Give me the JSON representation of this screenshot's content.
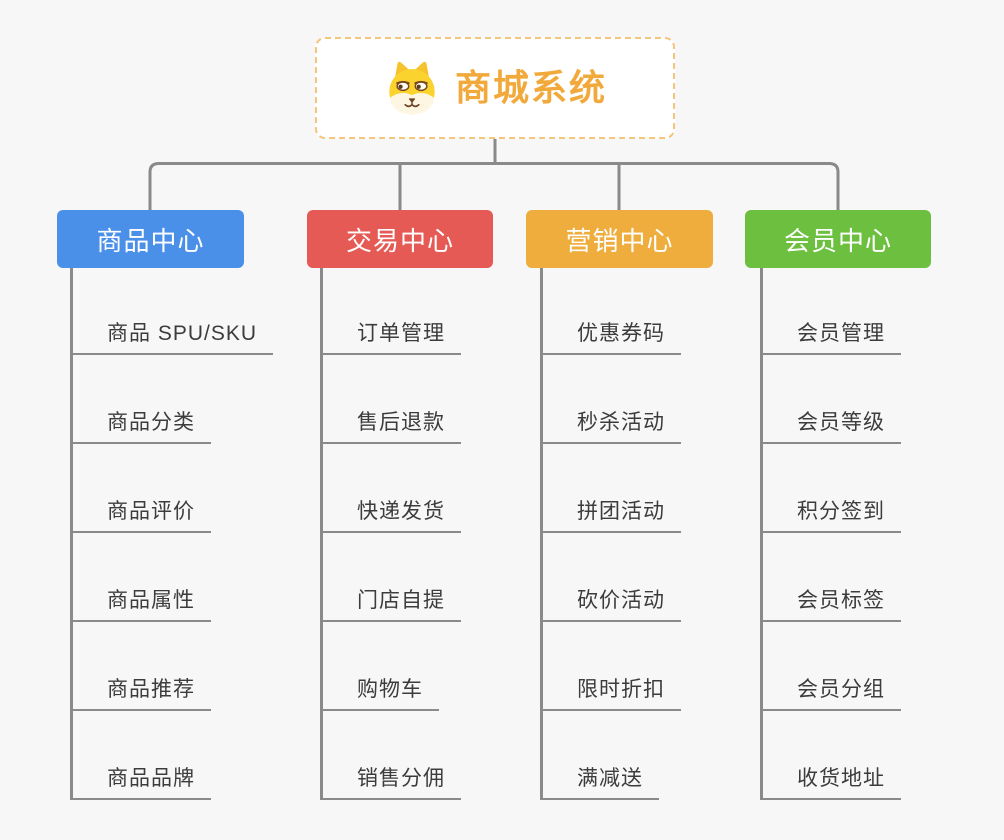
{
  "page": {
    "background_color": "#f7f7f7",
    "connector_color": "#8a8a8a",
    "leaf_text_color": "#3c3c3c"
  },
  "root": {
    "title": "商城系统",
    "title_color": "#f2a93c",
    "border_color": "#f5c57e",
    "icon": "shiba-dog-icon"
  },
  "branches": [
    {
      "label": "商品中心",
      "color": "#4b90e8",
      "children": [
        "商品 SPU/SKU",
        "商品分类",
        "商品评价",
        "商品属性",
        "商品推荐",
        "商品品牌"
      ]
    },
    {
      "label": "交易中心",
      "color": "#e65a55",
      "children": [
        "订单管理",
        "售后退款",
        "快递发货",
        "门店自提",
        "购物车",
        "销售分佣"
      ]
    },
    {
      "label": "营销中心",
      "color": "#efad3e",
      "children": [
        "优惠券码",
        "秒杀活动",
        "拼团活动",
        "砍价活动",
        "限时折扣",
        "满减送"
      ]
    },
    {
      "label": "会员中心",
      "color": "#6dbf40",
      "children": [
        "会员管理",
        "会员等级",
        "积分签到",
        "会员标签",
        "会员分组",
        "收货地址"
      ]
    }
  ]
}
